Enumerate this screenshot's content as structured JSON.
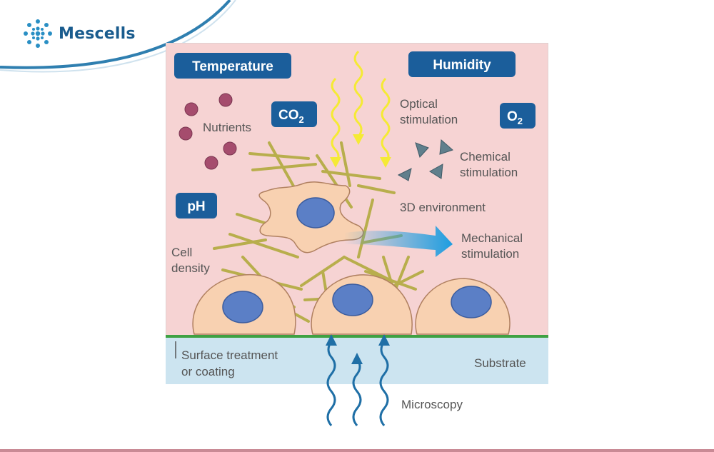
{
  "brand": {
    "name": "Mescells",
    "accent": "#1a5c8e",
    "logo_icon": "cell-cluster-icon"
  },
  "diagram": {
    "colors": {
      "background": "#f6d3d3",
      "substrate": "#cce4f0",
      "box": "#1b5e9b",
      "cell": "#f8d1b1",
      "nucleus": "#5b7fc6",
      "fiber": "#b8ae4c",
      "nutrient": "#a54c6d",
      "chemical": "#607f8c",
      "optical": "#f5ea35",
      "microscopy": "#1f6fa6",
      "surface_line": "#3fa143"
    },
    "boxes": {
      "temperature": "Temperature",
      "humidity": "Humidity",
      "co2_main": "CO",
      "co2_sub": "2",
      "o2_main": "O",
      "o2_sub": "2",
      "ph": "pH"
    },
    "labels": {
      "optical_1": "Optical",
      "optical_2": "stimulation",
      "nutrients": "Nutrients",
      "chemical_1": "Chemical",
      "chemical_2": "stimulation",
      "environment_3d": "3D environment",
      "mechanical_1": "Mechanical",
      "mechanical_2": "stimulation",
      "cell_1": "Cell",
      "cell_2": "density",
      "surface_1": "Surface treatment",
      "surface_2": "or coating",
      "substrate": "Substrate",
      "microscopy": "Microscopy"
    }
  }
}
